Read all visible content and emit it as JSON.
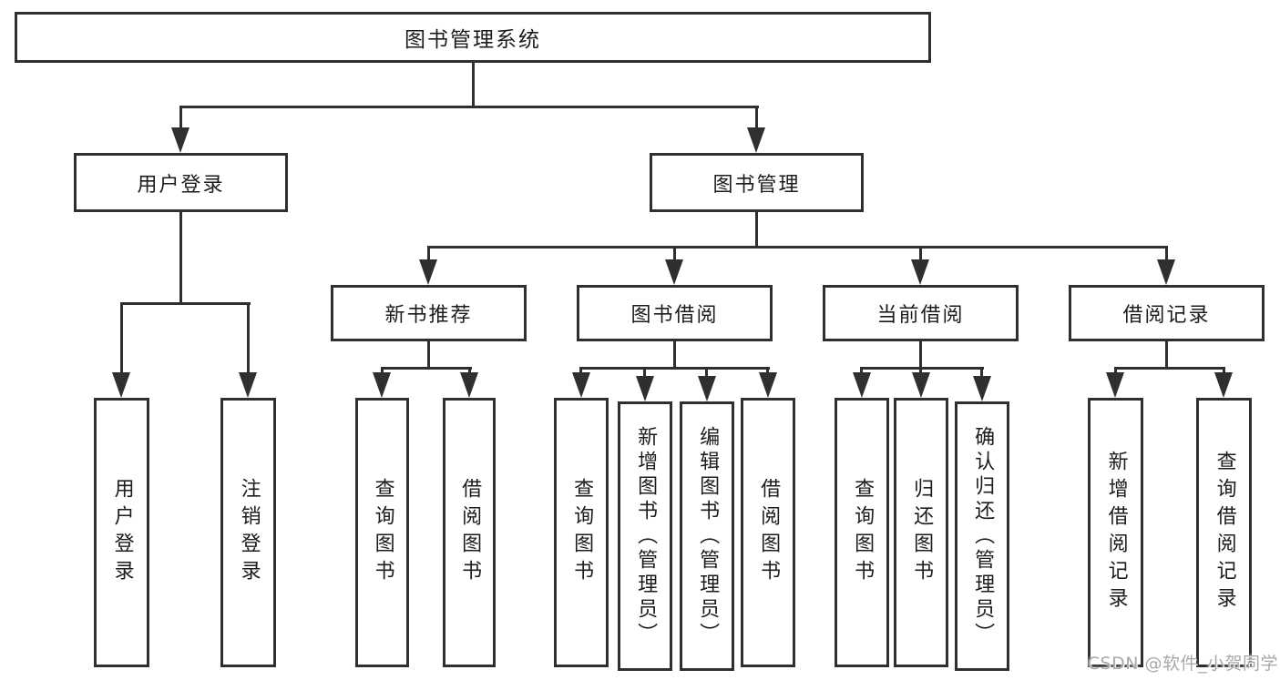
{
  "diagram": {
    "title": "图书管理系统",
    "tree": {
      "root": {
        "label": "图书管理系统",
        "children": [
          {
            "label": "用户登录",
            "children": [
              {
                "label": "用户登录"
              },
              {
                "label": "注销登录"
              }
            ]
          },
          {
            "label": "图书管理",
            "children": [
              {
                "label": "新书推荐",
                "children": [
                  {
                    "label": "查询图书"
                  },
                  {
                    "label": "借阅图书"
                  }
                ]
              },
              {
                "label": "图书借阅",
                "children": [
                  {
                    "label": "查询图书"
                  },
                  {
                    "label": "新增图书（管理员）"
                  },
                  {
                    "label": "编辑图书（管理员）"
                  },
                  {
                    "label": "借阅图书"
                  }
                ]
              },
              {
                "label": "当前借阅",
                "children": [
                  {
                    "label": "查询图书"
                  },
                  {
                    "label": "归还图书"
                  },
                  {
                    "label": "确认归还（管理员）"
                  }
                ]
              },
              {
                "label": "借阅记录",
                "children": [
                  {
                    "label": "新增借阅记录"
                  },
                  {
                    "label": "查询借阅记录"
                  }
                ]
              }
            ]
          }
        ]
      }
    },
    "watermark": {
      "text": "CSDN @软件_小贺同学",
      "color": "#a9a9a9"
    },
    "colors": {
      "line": "#2f2f2f",
      "text": "#1c1c1c",
      "background": "#ffffff"
    }
  }
}
